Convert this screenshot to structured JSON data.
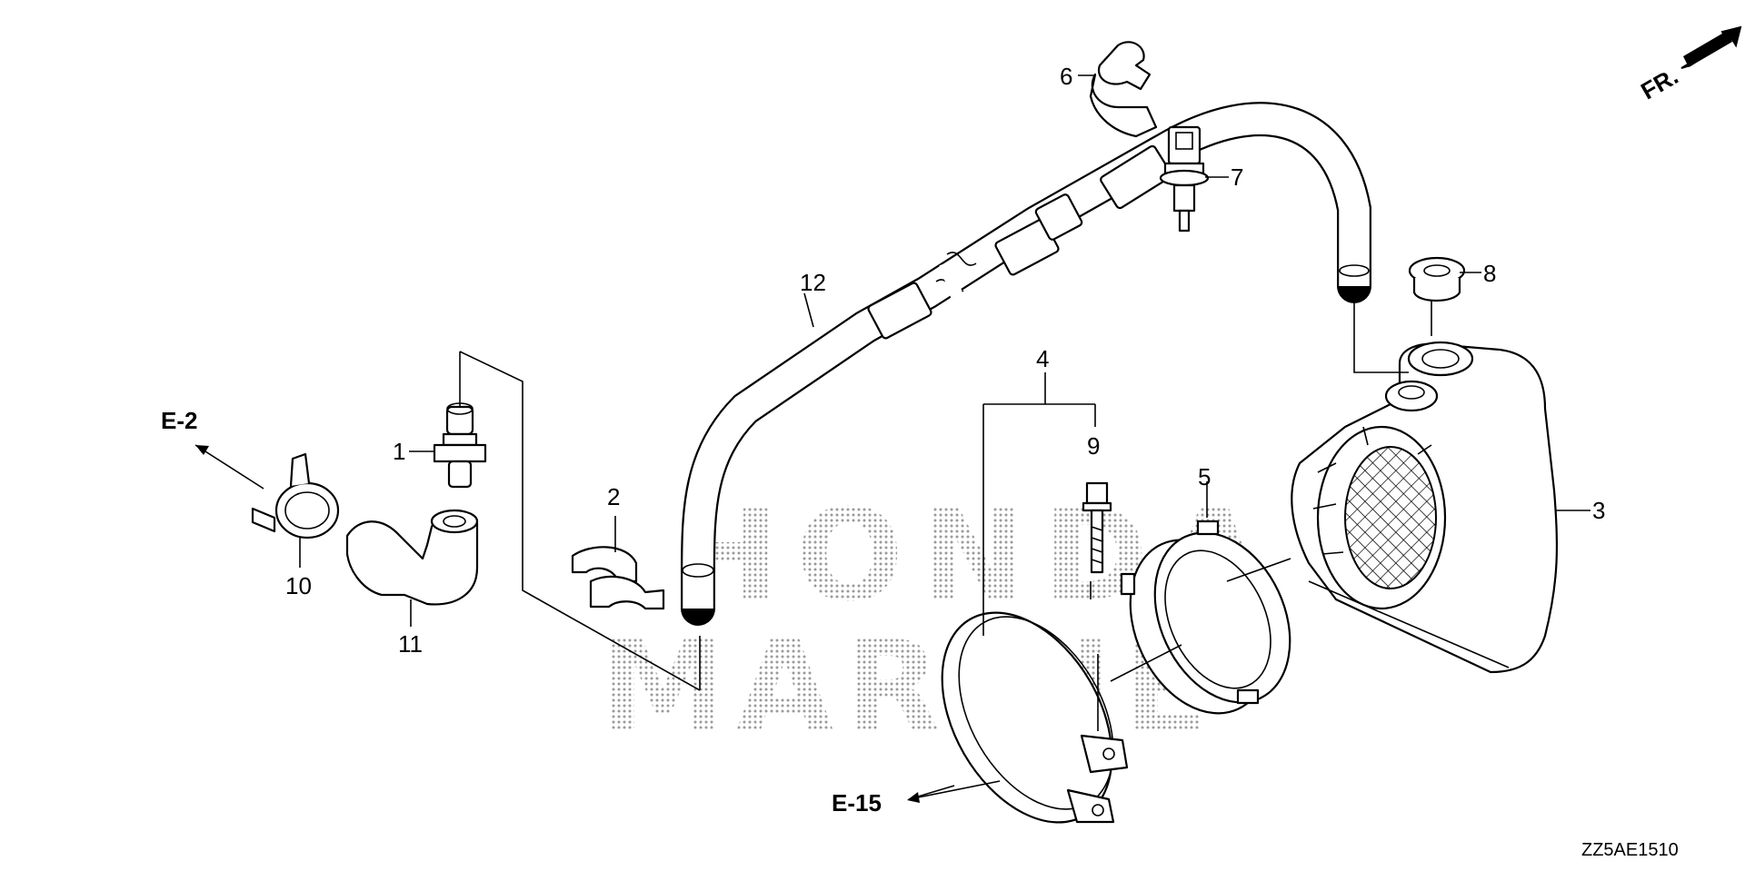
{
  "callouts": [
    {
      "num": "1"
    },
    {
      "num": "2"
    },
    {
      "num": "3"
    },
    {
      "num": "4"
    },
    {
      "num": "5"
    },
    {
      "num": "6"
    },
    {
      "num": "7"
    },
    {
      "num": "8"
    },
    {
      "num": "9"
    },
    {
      "num": "10"
    },
    {
      "num": "11"
    },
    {
      "num": "12"
    }
  ],
  "refs": {
    "e2": "E-2",
    "e15": "E-15"
  },
  "front_marker": "FR.",
  "diagram_code": "ZZ5AE1510",
  "watermark": {
    "line1": "HONDA",
    "line2": "MARINE"
  },
  "colors": {
    "ink": "#000000",
    "background": "#ffffff",
    "watermark": "#9a9a9a"
  }
}
